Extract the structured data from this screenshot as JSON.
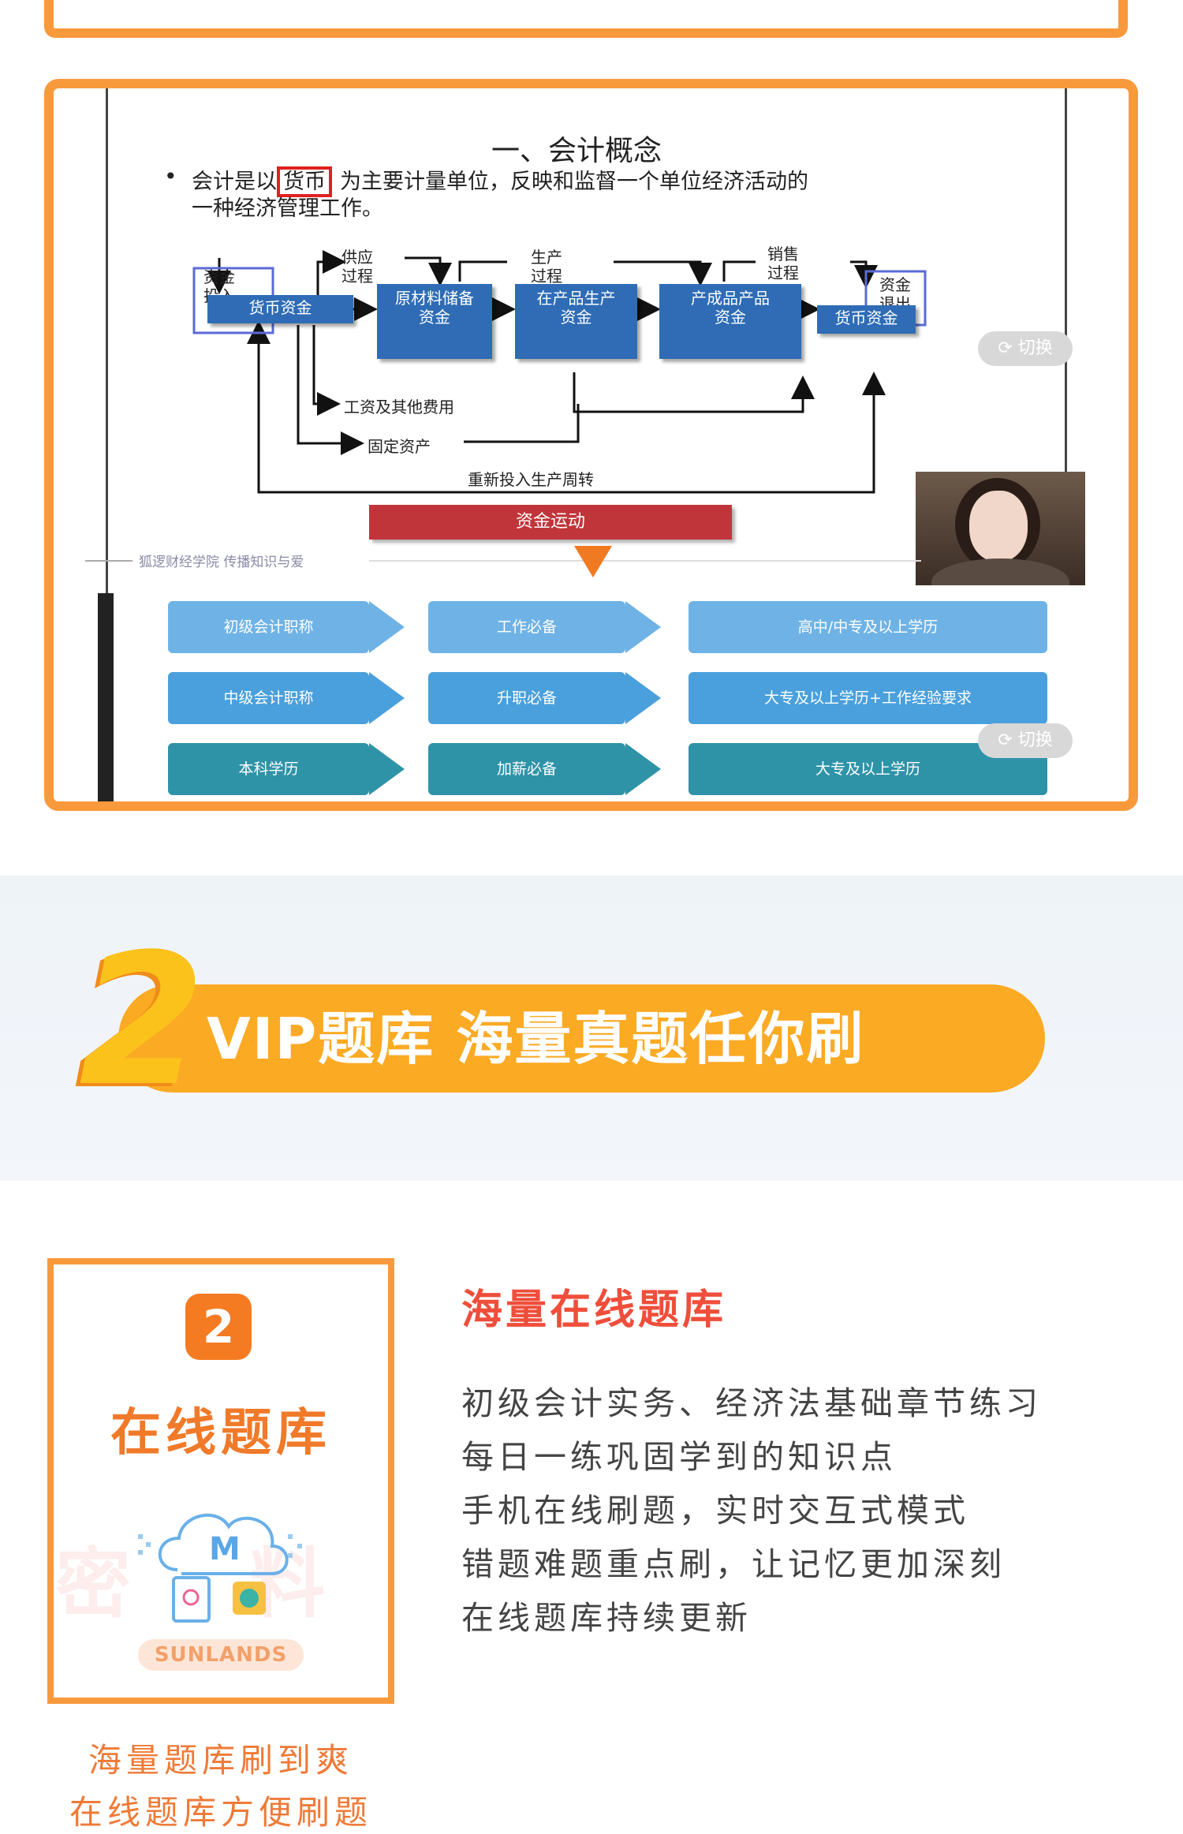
{
  "video_slide": {
    "title": "一、会计概念",
    "bullet_line1_pre": "会计是以",
    "bullet_highlight": "货币",
    "bullet_line1_post": "为主要计量单位，反映和监督一个单位经济活动的",
    "bullet_line2": "一种经济管理工作。",
    "flow": {
      "funds_in": "资金\n投入",
      "supply": "供应\n过程",
      "production": "生产\n过程",
      "sales": "销售\n过程",
      "funds_out": "资金\n退出",
      "box_money_1": "货币资金",
      "box_materials": "原材料储备\n资金",
      "box_wip": "在产品生产\n资金",
      "box_finished": "产成品产品\n资金",
      "box_money_2": "货币资金",
      "wages": "工资及其他费用",
      "fixed_assets": "固定资产",
      "reinvest": "重新投入生产周转",
      "capital_movement": "资金运动"
    },
    "switch_label": "切换",
    "school_caption": "狐逻财经学院 传播知识与爱"
  },
  "career_table": {
    "rows": [
      [
        "初级会计职称",
        "工作必备",
        "高中/中专及以上学历"
      ],
      [
        "中级会计职称",
        "升职必备",
        "大专及以上学历+工作经验要求"
      ],
      [
        "本科学历",
        "加薪必备",
        "大专及以上学历"
      ]
    ],
    "switch_label": "切换"
  },
  "banner": {
    "number": "2",
    "title": "VIP题库  海量真题任你刷"
  },
  "card": {
    "badge": "2",
    "title": "在线题库",
    "watermark": "密料",
    "brand": "SUNLANDS",
    "caption_1": "海量题库刷到爽",
    "caption_2": "在线题库方便刷题"
  },
  "features": {
    "heading": "海量在线题库",
    "lines": [
      "初级会计实务、经济法基础章节练习",
      "每日一练巩固学到的知识点",
      "手机在线刷题，实时交互式模式",
      "错题难题重点刷，让记忆更加深刻",
      "在线题库持续更新"
    ]
  },
  "colors": {
    "accent_orange": "#f89a3c",
    "banner_yellow": "#fbaa24",
    "heading_red": "#ef4e3b",
    "flow_blue": "#2f6cb5"
  }
}
